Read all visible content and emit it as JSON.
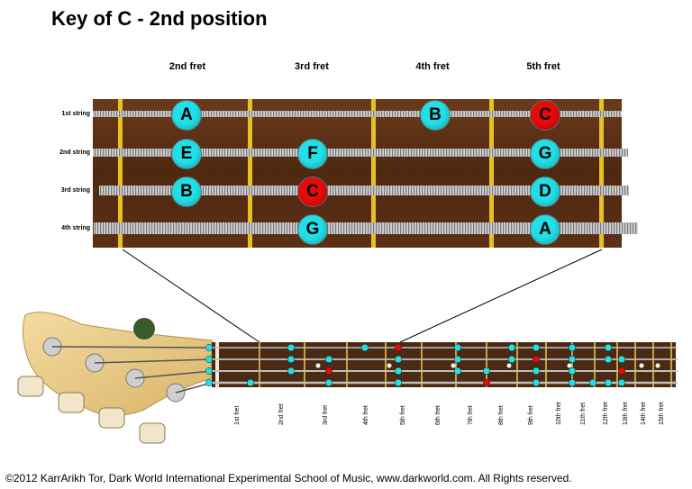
{
  "title": "Key of C - 2nd position",
  "fret_labels": [
    "2nd fret",
    "3rd fret",
    "4th fret",
    "5th fret"
  ],
  "string_labels": [
    "1st string",
    "2nd string",
    "3rd string",
    "4th string"
  ],
  "notes": [
    {
      "name": "A",
      "string": 1,
      "fret": 2,
      "root": false
    },
    {
      "name": "B",
      "string": 1,
      "fret": 4,
      "root": false
    },
    {
      "name": "C",
      "string": 1,
      "fret": 5,
      "root": true
    },
    {
      "name": "E",
      "string": 2,
      "fret": 2,
      "root": false
    },
    {
      "name": "F",
      "string": 2,
      "fret": 3,
      "root": false
    },
    {
      "name": "G",
      "string": 2,
      "fret": 5,
      "root": false
    },
    {
      "name": "B",
      "string": 3,
      "fret": 2,
      "root": false
    },
    {
      "name": "C",
      "string": 3,
      "fret": 3,
      "root": true
    },
    {
      "name": "D",
      "string": 3,
      "fret": 5,
      "root": false
    },
    {
      "name": "G",
      "string": 4,
      "fret": 3,
      "root": false
    },
    {
      "name": "A",
      "string": 4,
      "fret": 5,
      "root": false
    }
  ],
  "neck_fret_numbers": [
    "1st fret",
    "2nd fret",
    "3rd fret",
    "4th fret",
    "5th fret",
    "6th fret",
    "7th fret",
    "8th fret",
    "9th fret",
    "10th fret",
    "11th fret",
    "12th fret",
    "13th fret",
    "14th fret",
    "15th fret"
  ],
  "colors": {
    "note": "#22dee6",
    "root": "#e60a0a",
    "wood": "#5a2e14",
    "fret": "#e8c020"
  },
  "footer": "©2012 KarrArikh Tor, Dark World International Experimental School of Music, www.darkworld.com. All Rights reserved."
}
